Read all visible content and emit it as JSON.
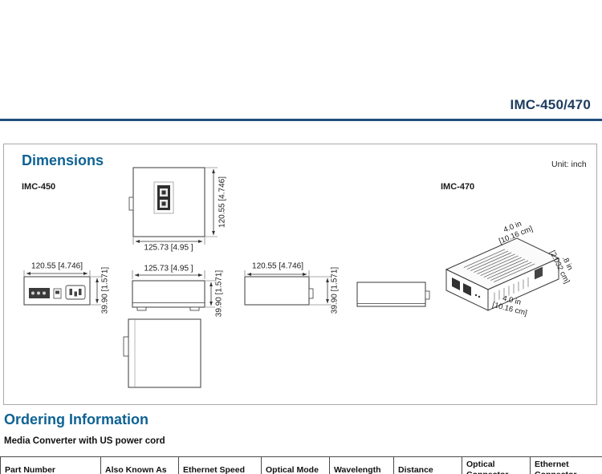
{
  "header": {
    "title": "IMC-450/470"
  },
  "dimensions": {
    "heading": "Dimensions",
    "unit_label": "Unit: inch",
    "model_left": "IMC-450",
    "model_right": "IMC-470",
    "labels": {
      "front_height": "120.55 [4.746]",
      "front_width": "125.73 [4.95 ]",
      "rear_width": "120.55 [4.746]",
      "rear_height": "39.90 [1.571]",
      "side_width": "125.73 [4.95 ]",
      "side_height": "39.90 [1.571]",
      "top_width": "120.55 [4.746]",
      "top_height": "39.90 [1.571]",
      "iso_top": "4.0 in\n[10.16 cm]",
      "iso_right": ".8 in\n[2.032 cm]",
      "iso_bottom": "4.0 in\n[10.16 cm]"
    }
  },
  "ordering": {
    "heading": "Ordering Information",
    "subheading": "Media Converter with US power cord",
    "table": {
      "headers": [
        "Part Number",
        "Also Known As",
        "Ethernet Speed",
        "Optical Mode",
        "Wavelength",
        "Distance",
        "Optical Connector",
        "Ethernet Connector"
      ]
    }
  }
}
